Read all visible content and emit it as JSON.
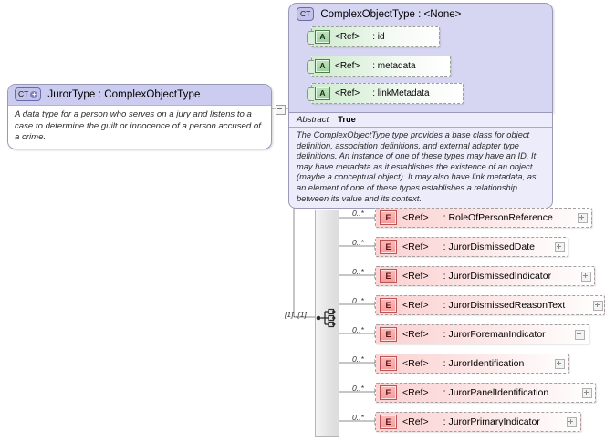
{
  "diagram": {
    "kind": "xsd-schema-diagram",
    "background": "#ffffff"
  },
  "type_box": {
    "badge": "CT",
    "badge_plus": "+",
    "title": "JurorType : ComplexObjectType",
    "documentation": "A data type for a person who serves on a jury and listens to a case to determine the guilt or innocence of a person accused of a crime.",
    "collapse_toggle": "minus"
  },
  "container": {
    "badge": "CT",
    "title": "ComplexObjectType : <None>",
    "attributes": [
      {
        "badge": "A",
        "ref": "<Ref>",
        "name": ": id"
      },
      {
        "badge": "A",
        "ref": "<Ref>",
        "name": ": metadata"
      },
      {
        "badge": "A",
        "ref": "<Ref>",
        "name": ": linkMetadata"
      }
    ],
    "abstract_label": "Abstract",
    "abstract_value": "True",
    "documentation": "The ComplexObjectType type provides a base class for object definition, association definitions, and external adapter type definitions. An instance of one of these types may have an ID. It may have metadata as it establishes the existence of an object (maybe a conceptual object). It may also have link metadata, as an element of one of these types establishes a relationship between its value and its context."
  },
  "sequence": {
    "icon": "sequence-compositor-icon",
    "cardinality": "[1]..[1]"
  },
  "elements": [
    {
      "badge": "E",
      "ref": "<Ref>",
      "name": ": RoleOfPersonReference",
      "cardinality": "0..*",
      "expander": "+"
    },
    {
      "badge": "E",
      "ref": "<Ref>",
      "name": ": JurorDismissedDate",
      "cardinality": "0..*",
      "expander": "+"
    },
    {
      "badge": "E",
      "ref": "<Ref>",
      "name": ": JurorDismissedIndicator",
      "cardinality": "0..*",
      "expander": "+"
    },
    {
      "badge": "E",
      "ref": "<Ref>",
      "name": ": JurorDismissedReasonText",
      "cardinality": "0..*",
      "expander": "+"
    },
    {
      "badge": "E",
      "ref": "<Ref>",
      "name": ": JurorForemanIndicator",
      "cardinality": "0..*",
      "expander": "+"
    },
    {
      "badge": "E",
      "ref": "<Ref>",
      "name": ": JurorIdentification",
      "cardinality": "0..*",
      "expander": "+"
    },
    {
      "badge": "E",
      "ref": "<Ref>",
      "name": ": JurorPanelIdentification",
      "cardinality": "0..*",
      "expander": "+"
    },
    {
      "badge": "E",
      "ref": "<Ref>",
      "name": ": JurorPrimaryIndicator",
      "cardinality": "0..*",
      "expander": "+"
    }
  ],
  "colors": {
    "type_header": "#ccccf0",
    "container_fill": "#d6d6f2",
    "attribute_fill": "#cfeccf",
    "element_fill": "#fbd3d3",
    "sequence_bar": "#e4e4e4"
  }
}
